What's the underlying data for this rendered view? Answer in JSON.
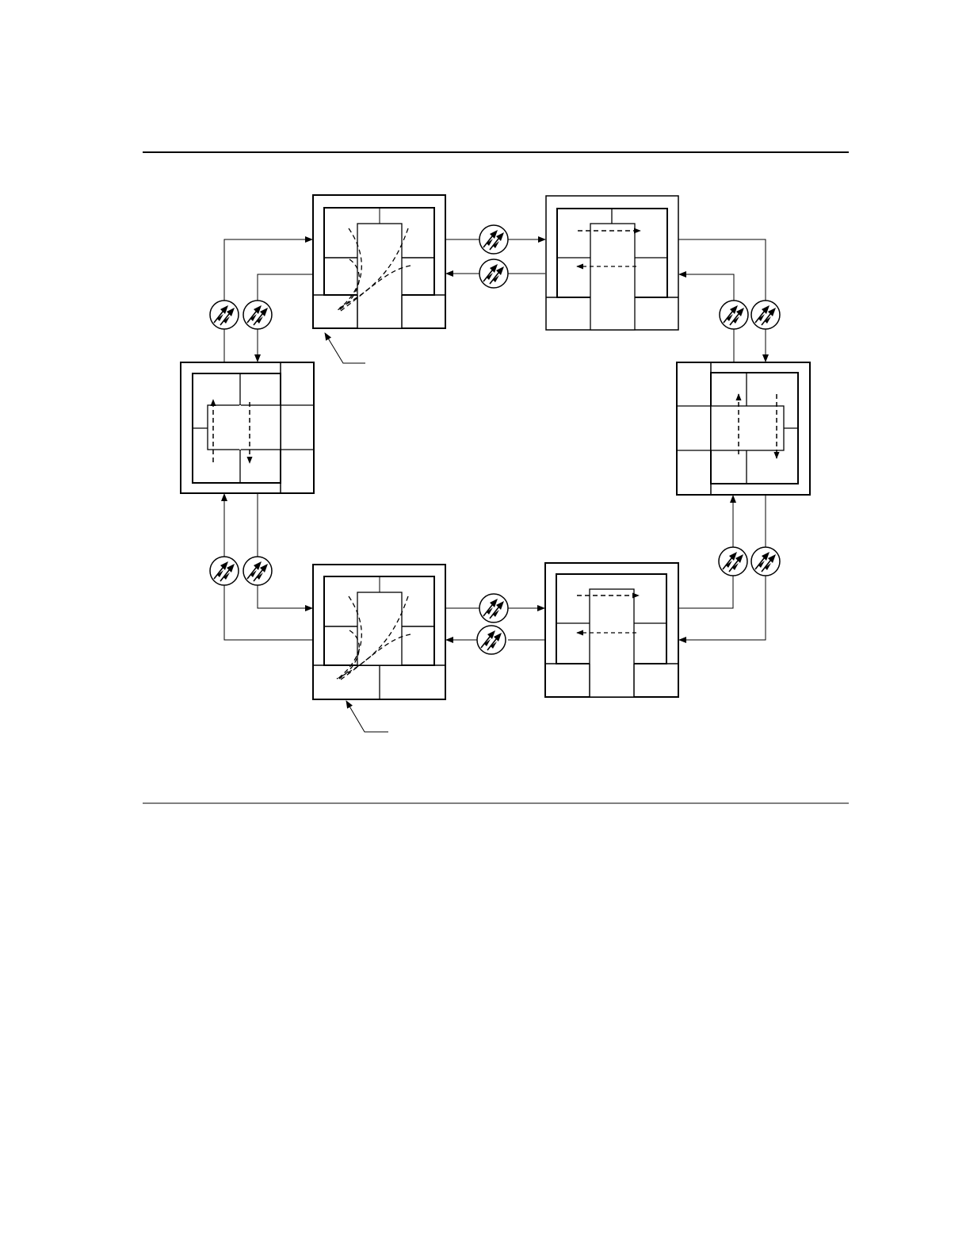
{
  "figure": {
    "stroke_color": "#000000",
    "background_color": "#ffffff",
    "nodes": [
      {
        "id": "top-left",
        "kind": "pass-through-node"
      },
      {
        "id": "top-right",
        "kind": "add-drop-node"
      },
      {
        "id": "right",
        "kind": "add-drop-node"
      },
      {
        "id": "bottom-right",
        "kind": "add-drop-node"
      },
      {
        "id": "bottom-left",
        "kind": "pass-through-node"
      },
      {
        "id": "left",
        "kind": "add-drop-node"
      }
    ],
    "amplifier_icon": "double-arrow-in-circle-icon",
    "amplifier_count": 12,
    "callout_count": 2
  }
}
